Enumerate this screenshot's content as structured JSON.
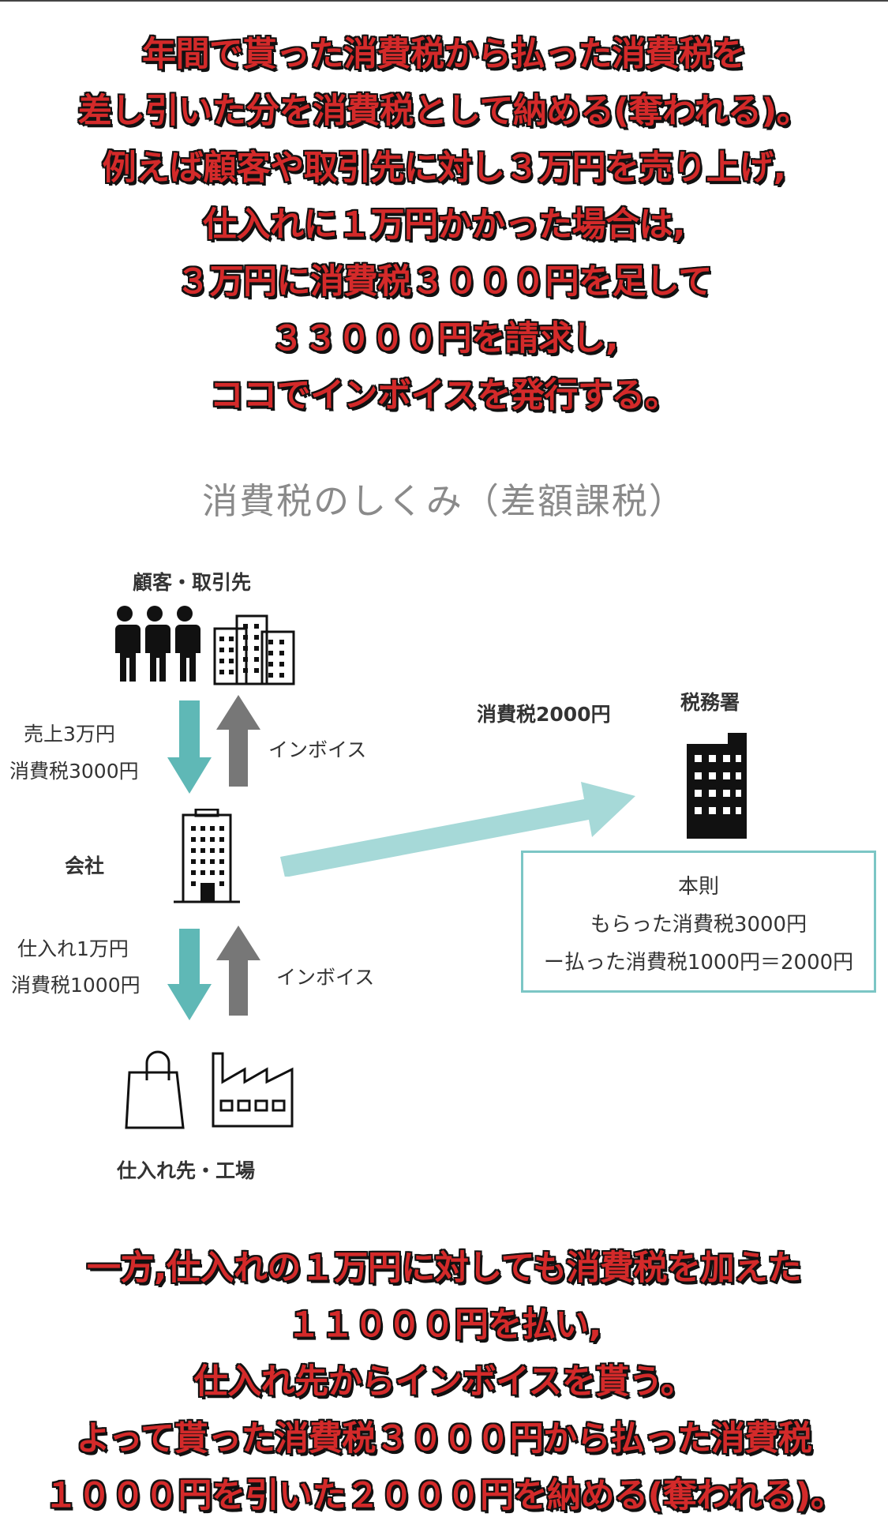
{
  "top_text": [
    "年間で貰った消費税から払った消費税を",
    "差し引いた分を消費税として納める(奪われる)。",
    "例えば顧客や取引先に対し３万円を売り上げ,",
    "仕入れに１万円かかった場合は,",
    "３万円に消費税３０００円を足して",
    "３３０００円を請求し,",
    "ココでインボイスを発行する。"
  ],
  "diagram": {
    "title": "消費税のしくみ（差額課税）",
    "customer_label": "顧客・取引先",
    "company_label": "会社",
    "supplier_label": "仕入れ先・工場",
    "tax_office_label": "税務署",
    "sales_line1": "売上3万円",
    "sales_line2": "消費税3000円",
    "purchase_line1": "仕入れ1万円",
    "purchase_line2": "消費税1000円",
    "invoice_upper": "インボイス",
    "invoice_lower": "インボイス",
    "tax_payment_label": "消費税2000円",
    "box": {
      "title": "本則",
      "line1": "もらった消費税3000円",
      "line2": "ー払った消費税1000円＝2000円"
    },
    "colors": {
      "teal": "#5fb8b6",
      "gray_arrow": "#777777",
      "caption_red": "#d42a2a"
    }
  },
  "bottom_text": [
    "一方,仕入れの１万円に対しても消費税を加えた",
    "１１０００円を払い,",
    "仕入れ先からインボイスを貰う。",
    "よって貰った消費税３０００円から払った消費税",
    "１０００円を引いた２０００円を納める(奪われる)。"
  ]
}
